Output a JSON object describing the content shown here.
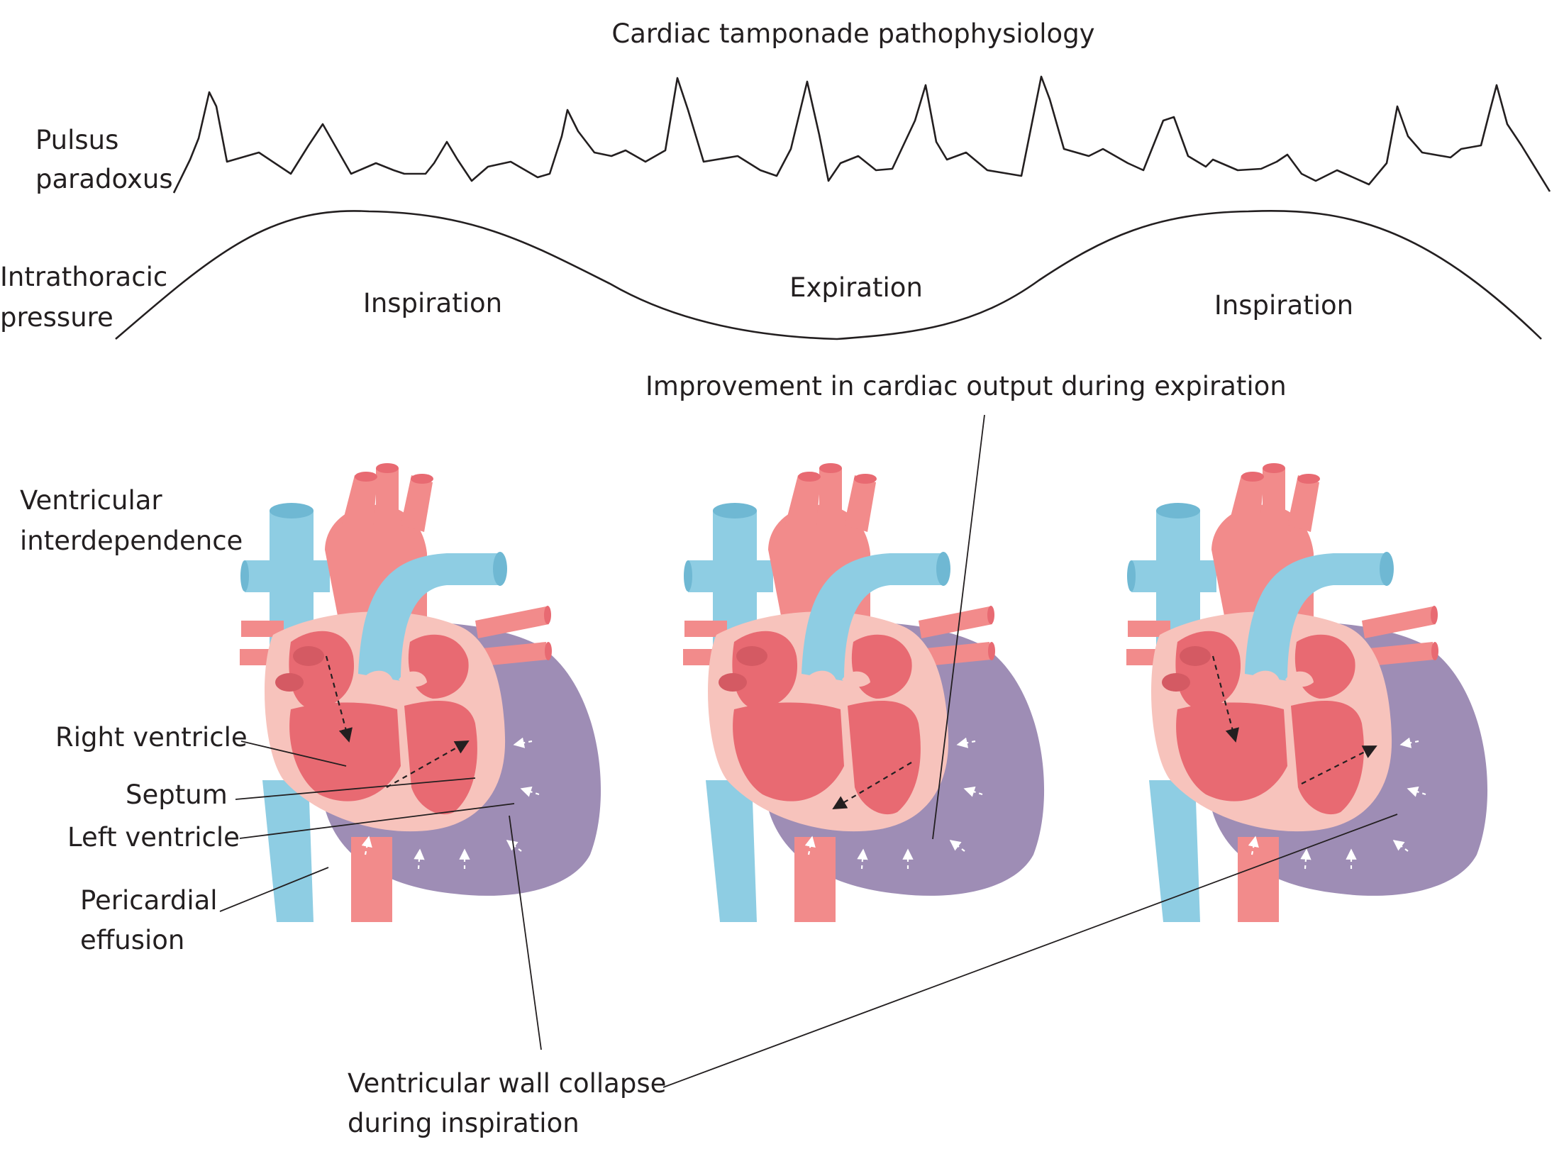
{
  "title": "Cardiac tamponade pathophysiology",
  "row_labels": {
    "pulsus": [
      "Pulsus",
      "paradoxus"
    ],
    "pressure": [
      "Intrathoracic",
      "pressure"
    ],
    "interdependence": [
      "Ventricular",
      "interdependence"
    ]
  },
  "phases": {
    "left": "Inspiration",
    "middle": "Expiration",
    "right": "Inspiration"
  },
  "heart_labels": {
    "right_ventricle": "Right ventricle",
    "septum": "Septum",
    "left_ventricle": "Left ventricle",
    "effusion": [
      "Pericardial",
      "effusion"
    ]
  },
  "annotations": {
    "improvement": "Improvement in cardiac output during expiration",
    "collapse": [
      "Ventricular wall collapse",
      "during inspiration"
    ]
  },
  "colors": {
    "pericardial_effusion": "#9e8db5",
    "myocardium": "#f7c3bc",
    "chamber": "#e86a72",
    "chamber_dark": "#d45a63",
    "artery": "#f28b8b",
    "vein": "#8ecde3",
    "vein_dark": "#6fb8d3",
    "ink": "#231f20"
  }
}
